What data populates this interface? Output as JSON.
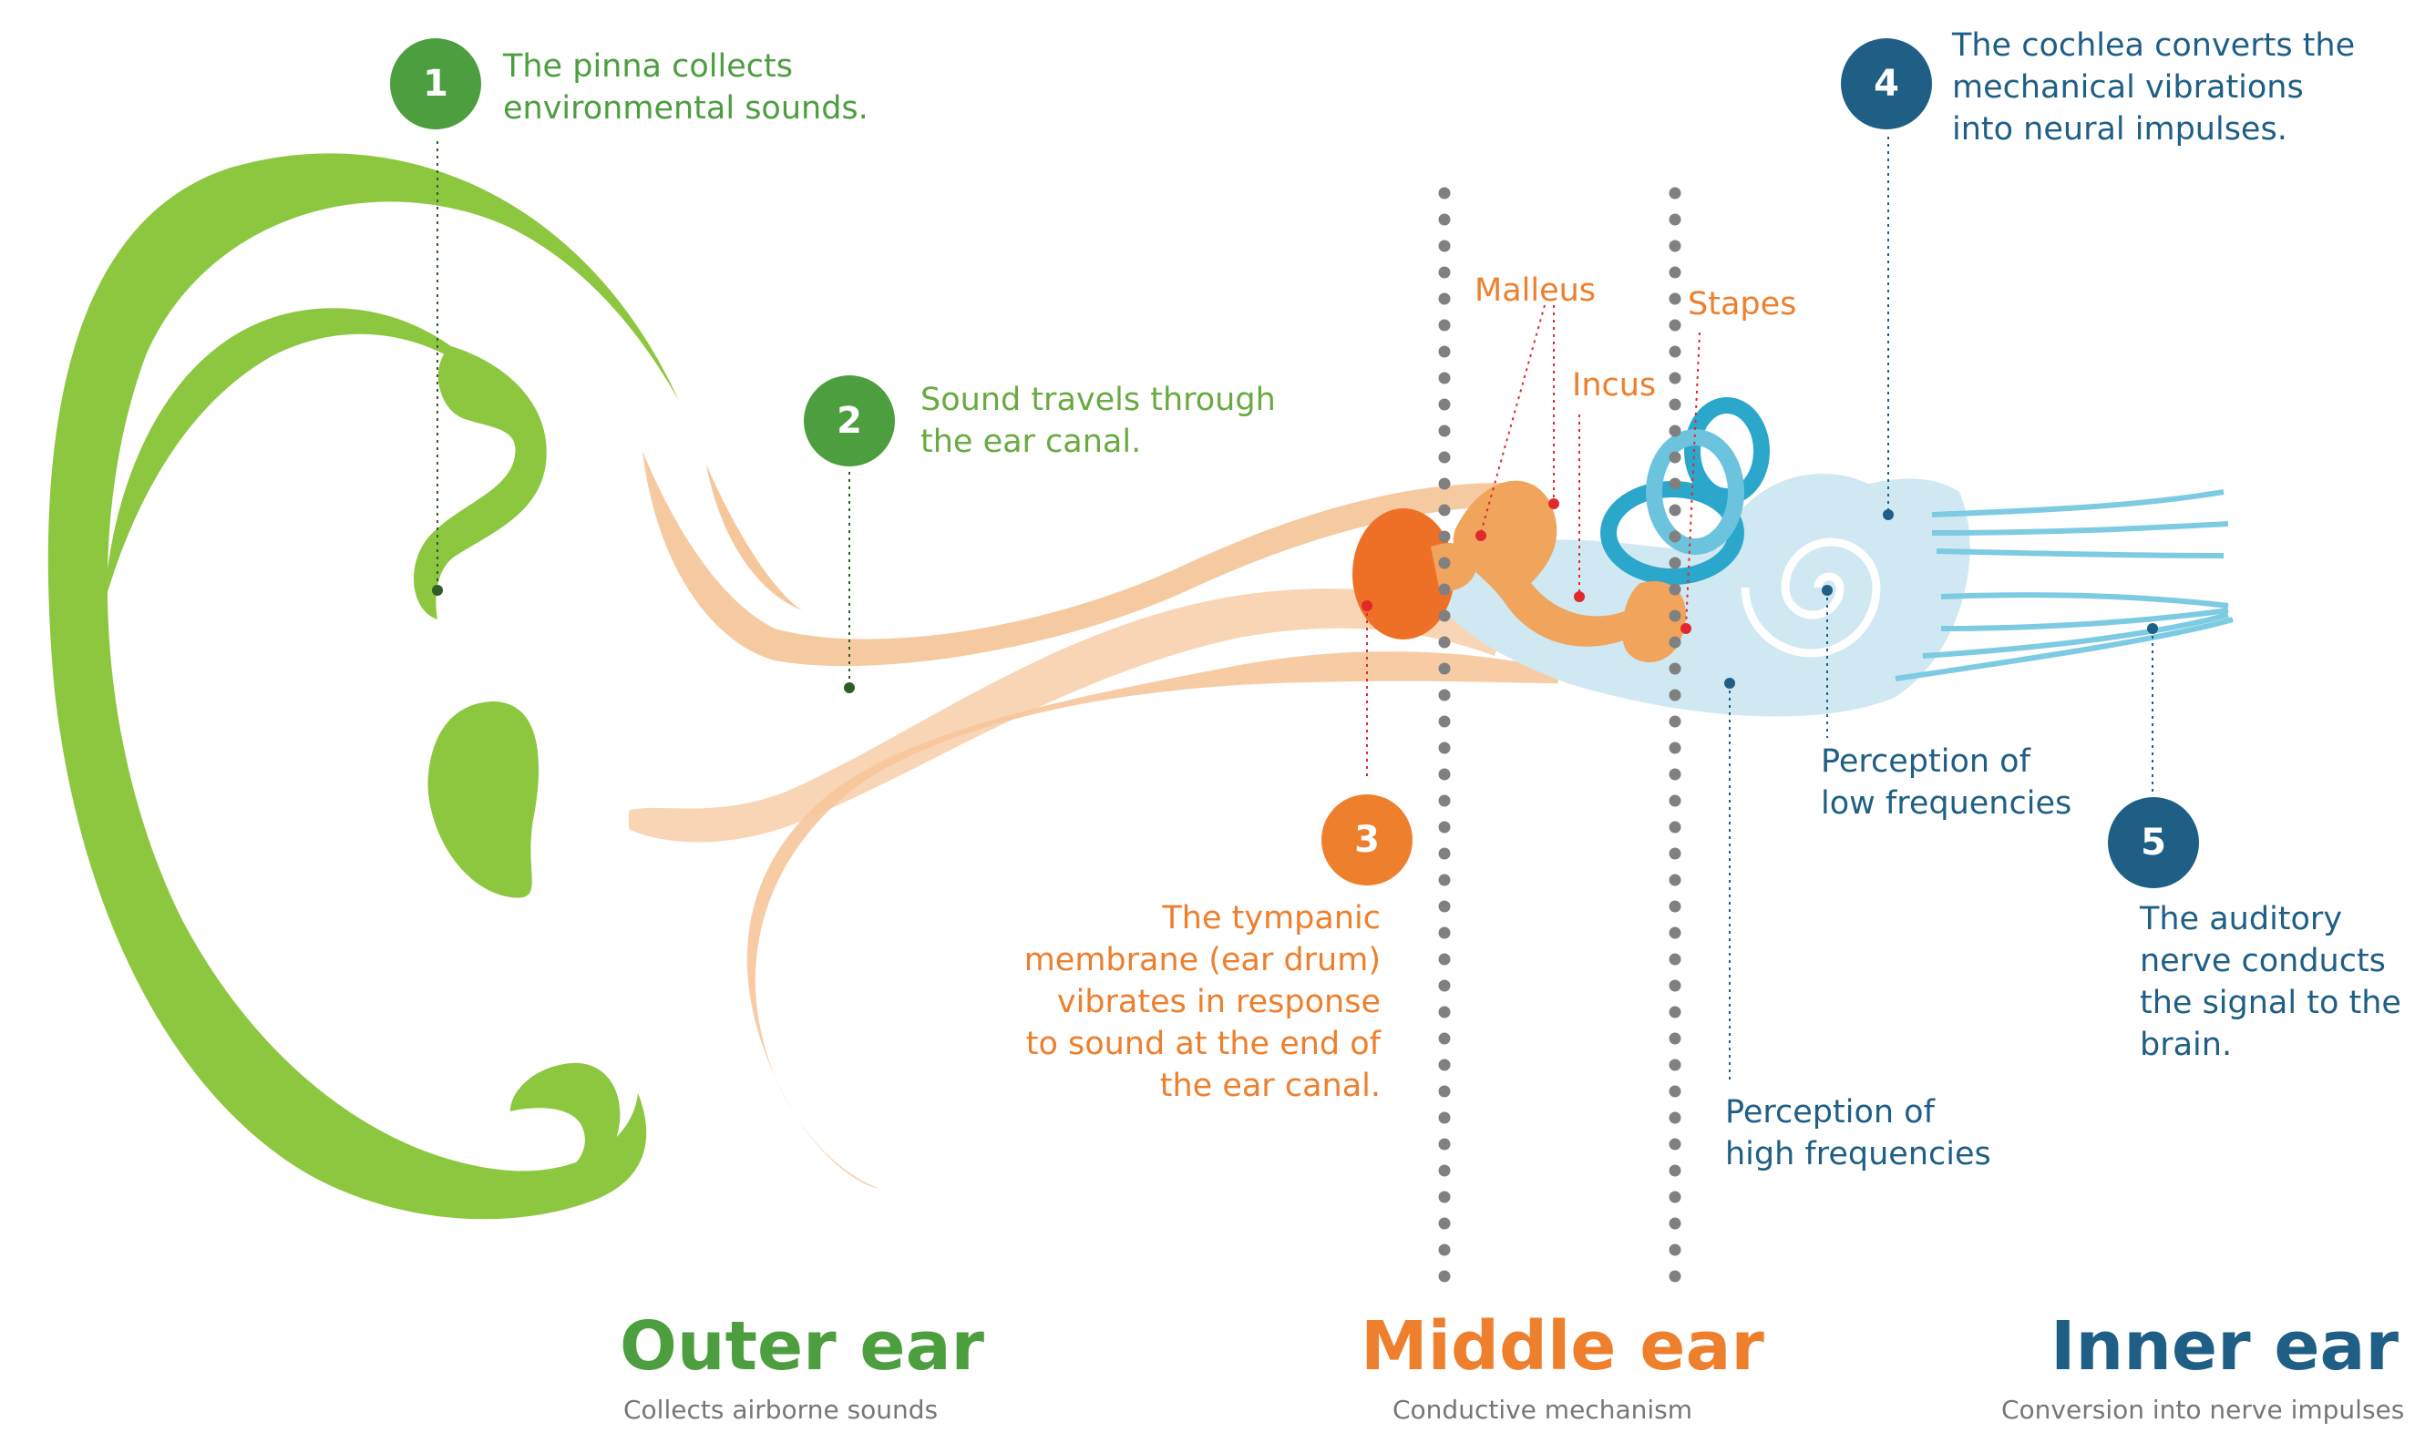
{
  "colors": {
    "outer_green": "#8dc63f",
    "badge_green": "#4c9e3f",
    "orange": "#ee7f2d",
    "light_orange": "#f6c79b",
    "inner_blue": "#1f5f86",
    "cochlea_blue": "#cfe8f2",
    "canal_blue": "#2aa7cb",
    "divider_gray": "#808080"
  },
  "steps": [
    {
      "number": "1",
      "text": "The pinna collects\nenvironmental sounds."
    },
    {
      "number": "2",
      "text": "Sound travels through\nthe ear canal."
    },
    {
      "number": "3",
      "text": "The tympanic\nmembrane (ear drum)\nvibrates in response\nto sound at the end of\nthe ear canal."
    },
    {
      "number": "4",
      "text": "The cochlea converts the\nmechanical vibrations\ninto neural impulses."
    },
    {
      "number": "5",
      "text": "The auditory\nnerve conducts\nthe signal to the\nbrain."
    }
  ],
  "parts": {
    "malleus": "Malleus",
    "incus": "Incus",
    "stapes": "Stapes"
  },
  "perception": {
    "low": "Perception of\nlow frequencies",
    "high": "Perception of\nhigh frequencies"
  },
  "sections": [
    {
      "title": "Outer ear",
      "subtitle": "Collects airborne sounds"
    },
    {
      "title": "Middle ear",
      "subtitle": "Conductive mechanism"
    },
    {
      "title": "Inner ear",
      "subtitle": "Conversion into nerve impulses"
    }
  ]
}
